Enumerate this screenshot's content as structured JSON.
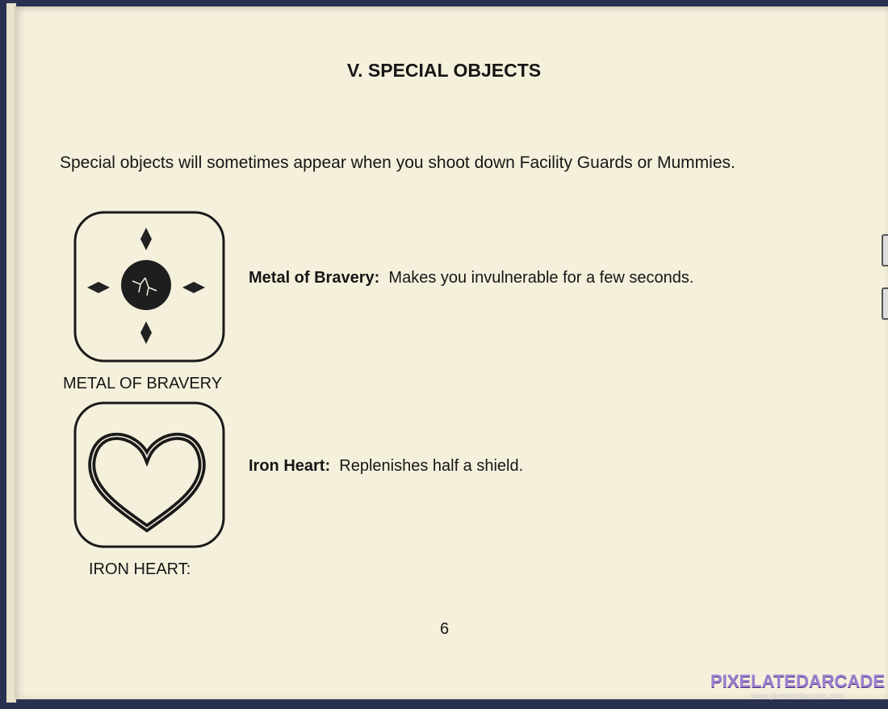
{
  "heading": "V. SPECIAL OBJECTS",
  "intro": "Special objects will sometimes appear when you shoot down Facility Guards or Mummies.",
  "objects": [
    {
      "name": "Metal of Bravery:",
      "description": "Makes you invulnerable for a few seconds.",
      "caption": "METAL OF BRAVERY",
      "icon": "medal-icon"
    },
    {
      "name": "Iron Heart:",
      "description": "Replenishes half a shield.",
      "caption": "IRON HEART:",
      "icon": "heart-icon"
    }
  ],
  "page_number": "6",
  "watermark": {
    "brand": "PIXELATEDARCADE",
    "url": "www.pixelatedarcade.com"
  }
}
